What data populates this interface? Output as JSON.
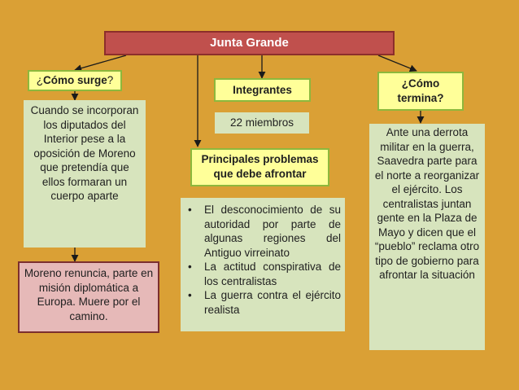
{
  "title": "Junta Grande",
  "surge": {
    "question_open": "¿",
    "question_bold": "Cómo surge",
    "question_close": "?",
    "answer": "Cuando se incorporan los diputados del Interior pese a la oposición de Moreno que pretendía que ellos formaran un cuerpo aparte",
    "note": "Moreno renuncia, parte en misión diplomática a Europa. Muere por el camino."
  },
  "integrantes": {
    "label": "Integrantes",
    "value": "22 miembros"
  },
  "problemas": {
    "label": "Principales problemas que debe afrontar",
    "items": [
      "El desconocimiento de su autoridad por parte de algunas regiones del Antiguo virreinato",
      "La actitud conspirativa de los centralistas",
      "La guerra contra el ejército realista"
    ]
  },
  "termina": {
    "label": "¿Cómo termina?",
    "answer": "Ante una derrota militar en la guerra, Saavedra parte para el norte a reorganizar el ejército. Los centralistas juntan gente en la Plaza de Mayo y dicen que el “pueblo” reclama otro tipo de gobierno para afrontar la situación"
  },
  "colors": {
    "background": "#DAA035",
    "title_fill": "#C0504D",
    "header_fill": "#FFFF99",
    "header_border": "#8DB83D",
    "panel_fill": "#D7E4BD",
    "note_fill": "#E6B9B8",
    "note_border": "#7B2F2E"
  }
}
